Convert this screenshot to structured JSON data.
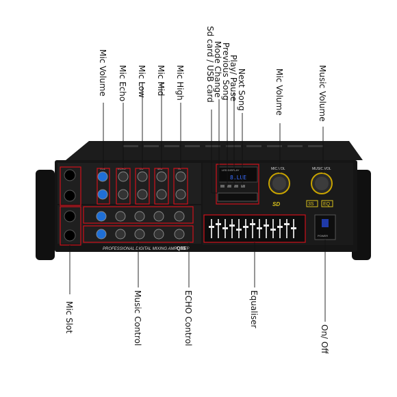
{
  "labels": {
    "top": {
      "mic_volume_left": "Mic Volume",
      "mic_echo": "Mic Echo",
      "mic_low": "Mic Low",
      "mic_mid": "Mic Mid",
      "mic_high": "Mic High",
      "sd_usb": "Sd card / USB card",
      "mode_change": "Mode Change",
      "previous_song": "Previous Song",
      "play_pause": "Play/ Pause",
      "next_song": "Next Song",
      "mic_volume_right": "Mic Volume",
      "music_volume": "Music Volume"
    },
    "bottom": {
      "mic_slot": "Mic Slot",
      "music_control": "Music Control",
      "echo_control": "ECHO Control",
      "equaliser": "Equaliser",
      "on_off": "On/ Off"
    }
  },
  "device": {
    "front_caption": "PROFESSIONAL DIGITAL MIXING AMPLIFIER",
    "model": "Q85",
    "mic_vol_knob": "MIC.VOL",
    "music_vol_knob": "MUSIC.VOL",
    "led_display": "LED DISPLAY",
    "display_value": "8.LUE",
    "sd_badge": "SD",
    "badge_3s": "3S",
    "badge_eq": "EQ",
    "power_label": "POWER",
    "knob_labels": [
      "VOL",
      "ECHO",
      "LO",
      "MID",
      "HI"
    ]
  },
  "colors": {
    "annotation": "#d0101a",
    "chassis": "#151515",
    "knob_blue": "#1f6fd6",
    "badge_yellow": "#d9c21c"
  }
}
